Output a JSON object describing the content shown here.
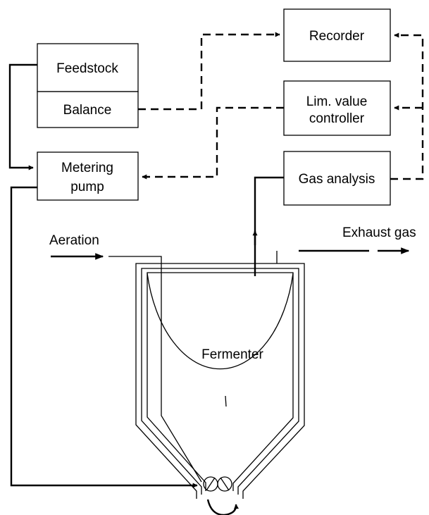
{
  "diagram": {
    "boxes": {
      "feedstock": "Feedstock",
      "balance": "Balance",
      "metering_pump_line1": "Metering",
      "metering_pump_line2": "pump",
      "recorder": "Recorder",
      "controller_line1": "Lim. value",
      "controller_line2": "controller",
      "gas_analysis": "Gas analysis",
      "fermenter": "Fermenter"
    },
    "labels": {
      "aeration": "Aeration",
      "exhaust_gas": "Exhaust gas"
    }
  }
}
